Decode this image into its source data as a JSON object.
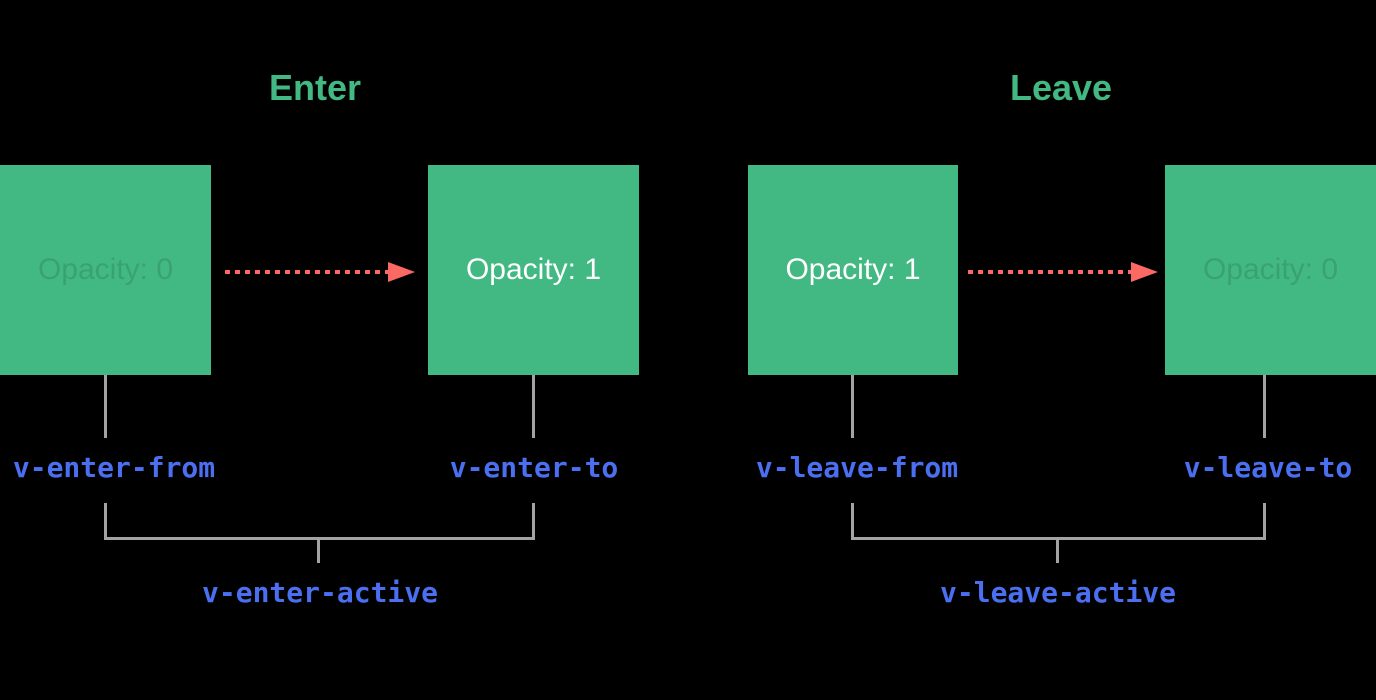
{
  "colors": {
    "green": "#42b883",
    "blue": "#4a6ff0",
    "gray": "#a3a3a3",
    "red": "#fa6964",
    "white": "#ffffff",
    "faint": "rgba(0,0,0,0.12)",
    "bg": "#000000"
  },
  "sections": [
    {
      "id": "enter",
      "title": "Enter",
      "boxes": [
        {
          "label": "Opacity: 0",
          "style": "faint",
          "class_label": "v-enter-from"
        },
        {
          "label": "Opacity: 1",
          "style": "solid",
          "class_label": "v-enter-to"
        }
      ],
      "active_label": "v-enter-active"
    },
    {
      "id": "leave",
      "title": "Leave",
      "boxes": [
        {
          "label": "Opacity: 1",
          "style": "solid",
          "class_label": "v-leave-from"
        },
        {
          "label": "Opacity: 0",
          "style": "faint",
          "class_label": "v-leave-to"
        }
      ],
      "active_label": "v-leave-active"
    }
  ]
}
